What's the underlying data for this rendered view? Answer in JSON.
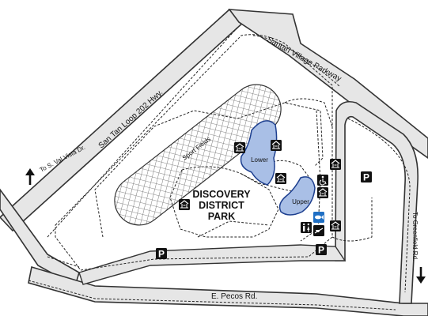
{
  "park": {
    "name_line1": "DISCOVERY",
    "name_line2": "DISTRICT",
    "name_line3": "PARK"
  },
  "roads": {
    "santan_village": "Santan Village Parkway",
    "loop_202": "San Tan Loop 202 Hwy.",
    "pecos": "E. Pecos Rd.",
    "to_val_vista": "To S. Val Vista Dr.",
    "to_greenfield": "To Greenfield Rd."
  },
  "areas": {
    "sport_fields": "Sport Fields",
    "lake_lower": "Lower",
    "lake_upper": "Upper"
  },
  "icons": {
    "ramada": "ramada-icon",
    "parking": "parking-icon",
    "accessible": "accessible-icon",
    "restroom": "restroom-icon",
    "fishing": "fishing-icon",
    "boat_launch": "boat-launch-icon"
  },
  "parking_label": "P",
  "colors": {
    "road_fill": "#e6e6e6",
    "road_edge": "#333333",
    "lake_fill": "#a9bfe6",
    "lake_edge": "#1d3f8f",
    "icon_bg": "#111111",
    "icon_blue": "#1f6fc4"
  }
}
